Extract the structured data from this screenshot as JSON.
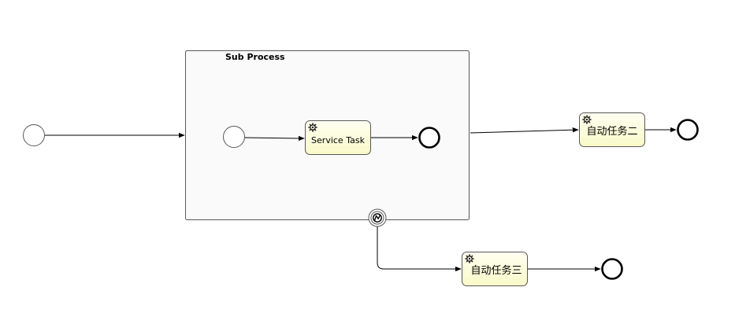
{
  "subprocess": {
    "title": "Sub Process"
  },
  "tasks": {
    "service_task": "Service Task",
    "auto_task_2": "自动任务二",
    "auto_task_3": "自动任务三"
  },
  "colors": {
    "task_fill": "#fcfcd4",
    "task_fill_top": "#fefef0",
    "subprocess_fill": "#fafafa",
    "stroke": "#585858"
  },
  "icons": [
    "gear-icon",
    "error-boundary-icon"
  ]
}
